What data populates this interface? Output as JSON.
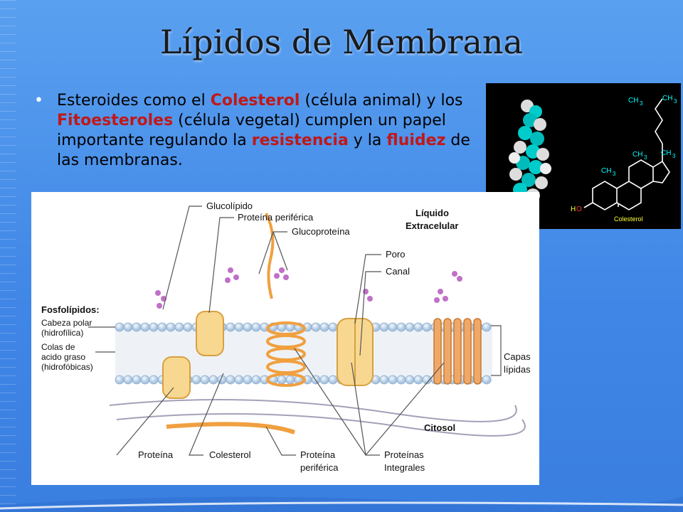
{
  "slide": {
    "title": "Lípidos de Membrana",
    "bullet": {
      "t1": "Esteroides como el ",
      "h1": "Colesterol",
      "t2": " (célula animal) y los ",
      "h2": "Fitoesteroles",
      "t3": " (célula vegetal) cumplen un papel importante regulando la ",
      "h3": "resistencia",
      "t4": " y la ",
      "h4": "fluidez",
      "t5": " de las membranas."
    }
  },
  "cholesterol_panel": {
    "ch3_a": "CH",
    "ch3_sub": "3",
    "ho_h": "H",
    "ho_o": "O",
    "caption": "Colesterol"
  },
  "membrane_diagram": {
    "glucolipido": "Glucolípido",
    "proteina_periferica_top": "Proteína periférica",
    "glucoproteina": "Glucoproteína",
    "liquido": "Líquido",
    "extracelular": "Extracelular",
    "poro": "Poro",
    "canal": "Canal",
    "fosfolipidos": "Fosfolípidos:",
    "cabeza_polar": "Cabeza polar",
    "hidrofilica": "(hidrofílica)",
    "colas": "Colas de",
    "acido_graso": "acido graso",
    "hidrofobicas": "(hidrofóbicas)",
    "capas": "Capas",
    "lipidas": "lípidas",
    "citosol": "Citosol",
    "proteina": "Proteína",
    "colesterol": "Colesterol",
    "proteina_periferica_bottom1": "Proteína",
    "proteina_periferica_bottom2": "periférica",
    "proteinas_integrales1": "Proteínas",
    "proteinas_integrales2": "Integrales"
  },
  "colors": {
    "highlight": "#c01818",
    "background": "#4a8fe8",
    "protein": "#f0a040",
    "head": "#c8dcf0"
  }
}
